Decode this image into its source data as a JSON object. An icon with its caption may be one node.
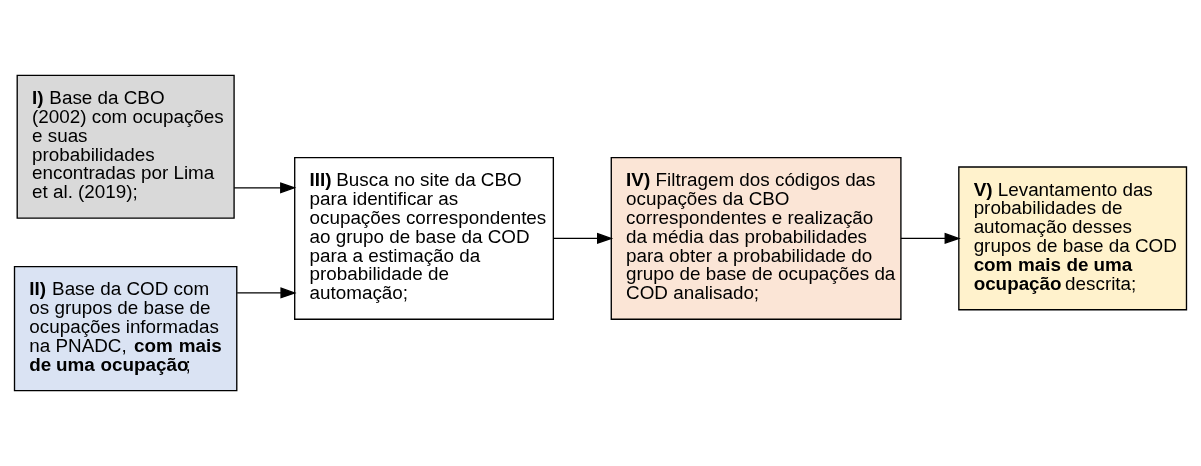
{
  "diagram": {
    "nodes": [
      {
        "text": [
          "**I)** Base da CBO (2002) com ocupações e suas probabilidades encontradas por Lima et al. (2019);"
        ]
      },
      {
        "text": [
          "**II)** Base da COD com os grupos de base de ocupações informadas na PNADC, **com mais de uma ocupação**;"
        ]
      },
      {
        "text": [
          "**III)** Busca no site da CBO para identificar as ocupações correspondentes ao grupo de base da COD para a estimação da probabilidade de automação;"
        ]
      },
      {
        "text": [
          "**IV)** Filtragem dos códigos das ocupações da CBO correspondentes e realização da média das probabilidades para obter a probabilidade do grupo de base de ocupações da COD analisado;"
        ]
      },
      {
        "text": [
          "**V)** Levantamento das probabilidades de automação desses grupos de base da COD **com mais de uma ocupação** descrita;"
        ]
      }
    ],
    "edges": [
      {
        "from": 0,
        "to": 2,
        "arrow": "to"
      },
      {
        "from": 1,
        "to": 2,
        "arrow": "to"
      },
      {
        "from": 2,
        "to": 3,
        "arrow": "to"
      },
      {
        "from": 3,
        "to": 4,
        "arrow": "to"
      }
    ]
  }
}
